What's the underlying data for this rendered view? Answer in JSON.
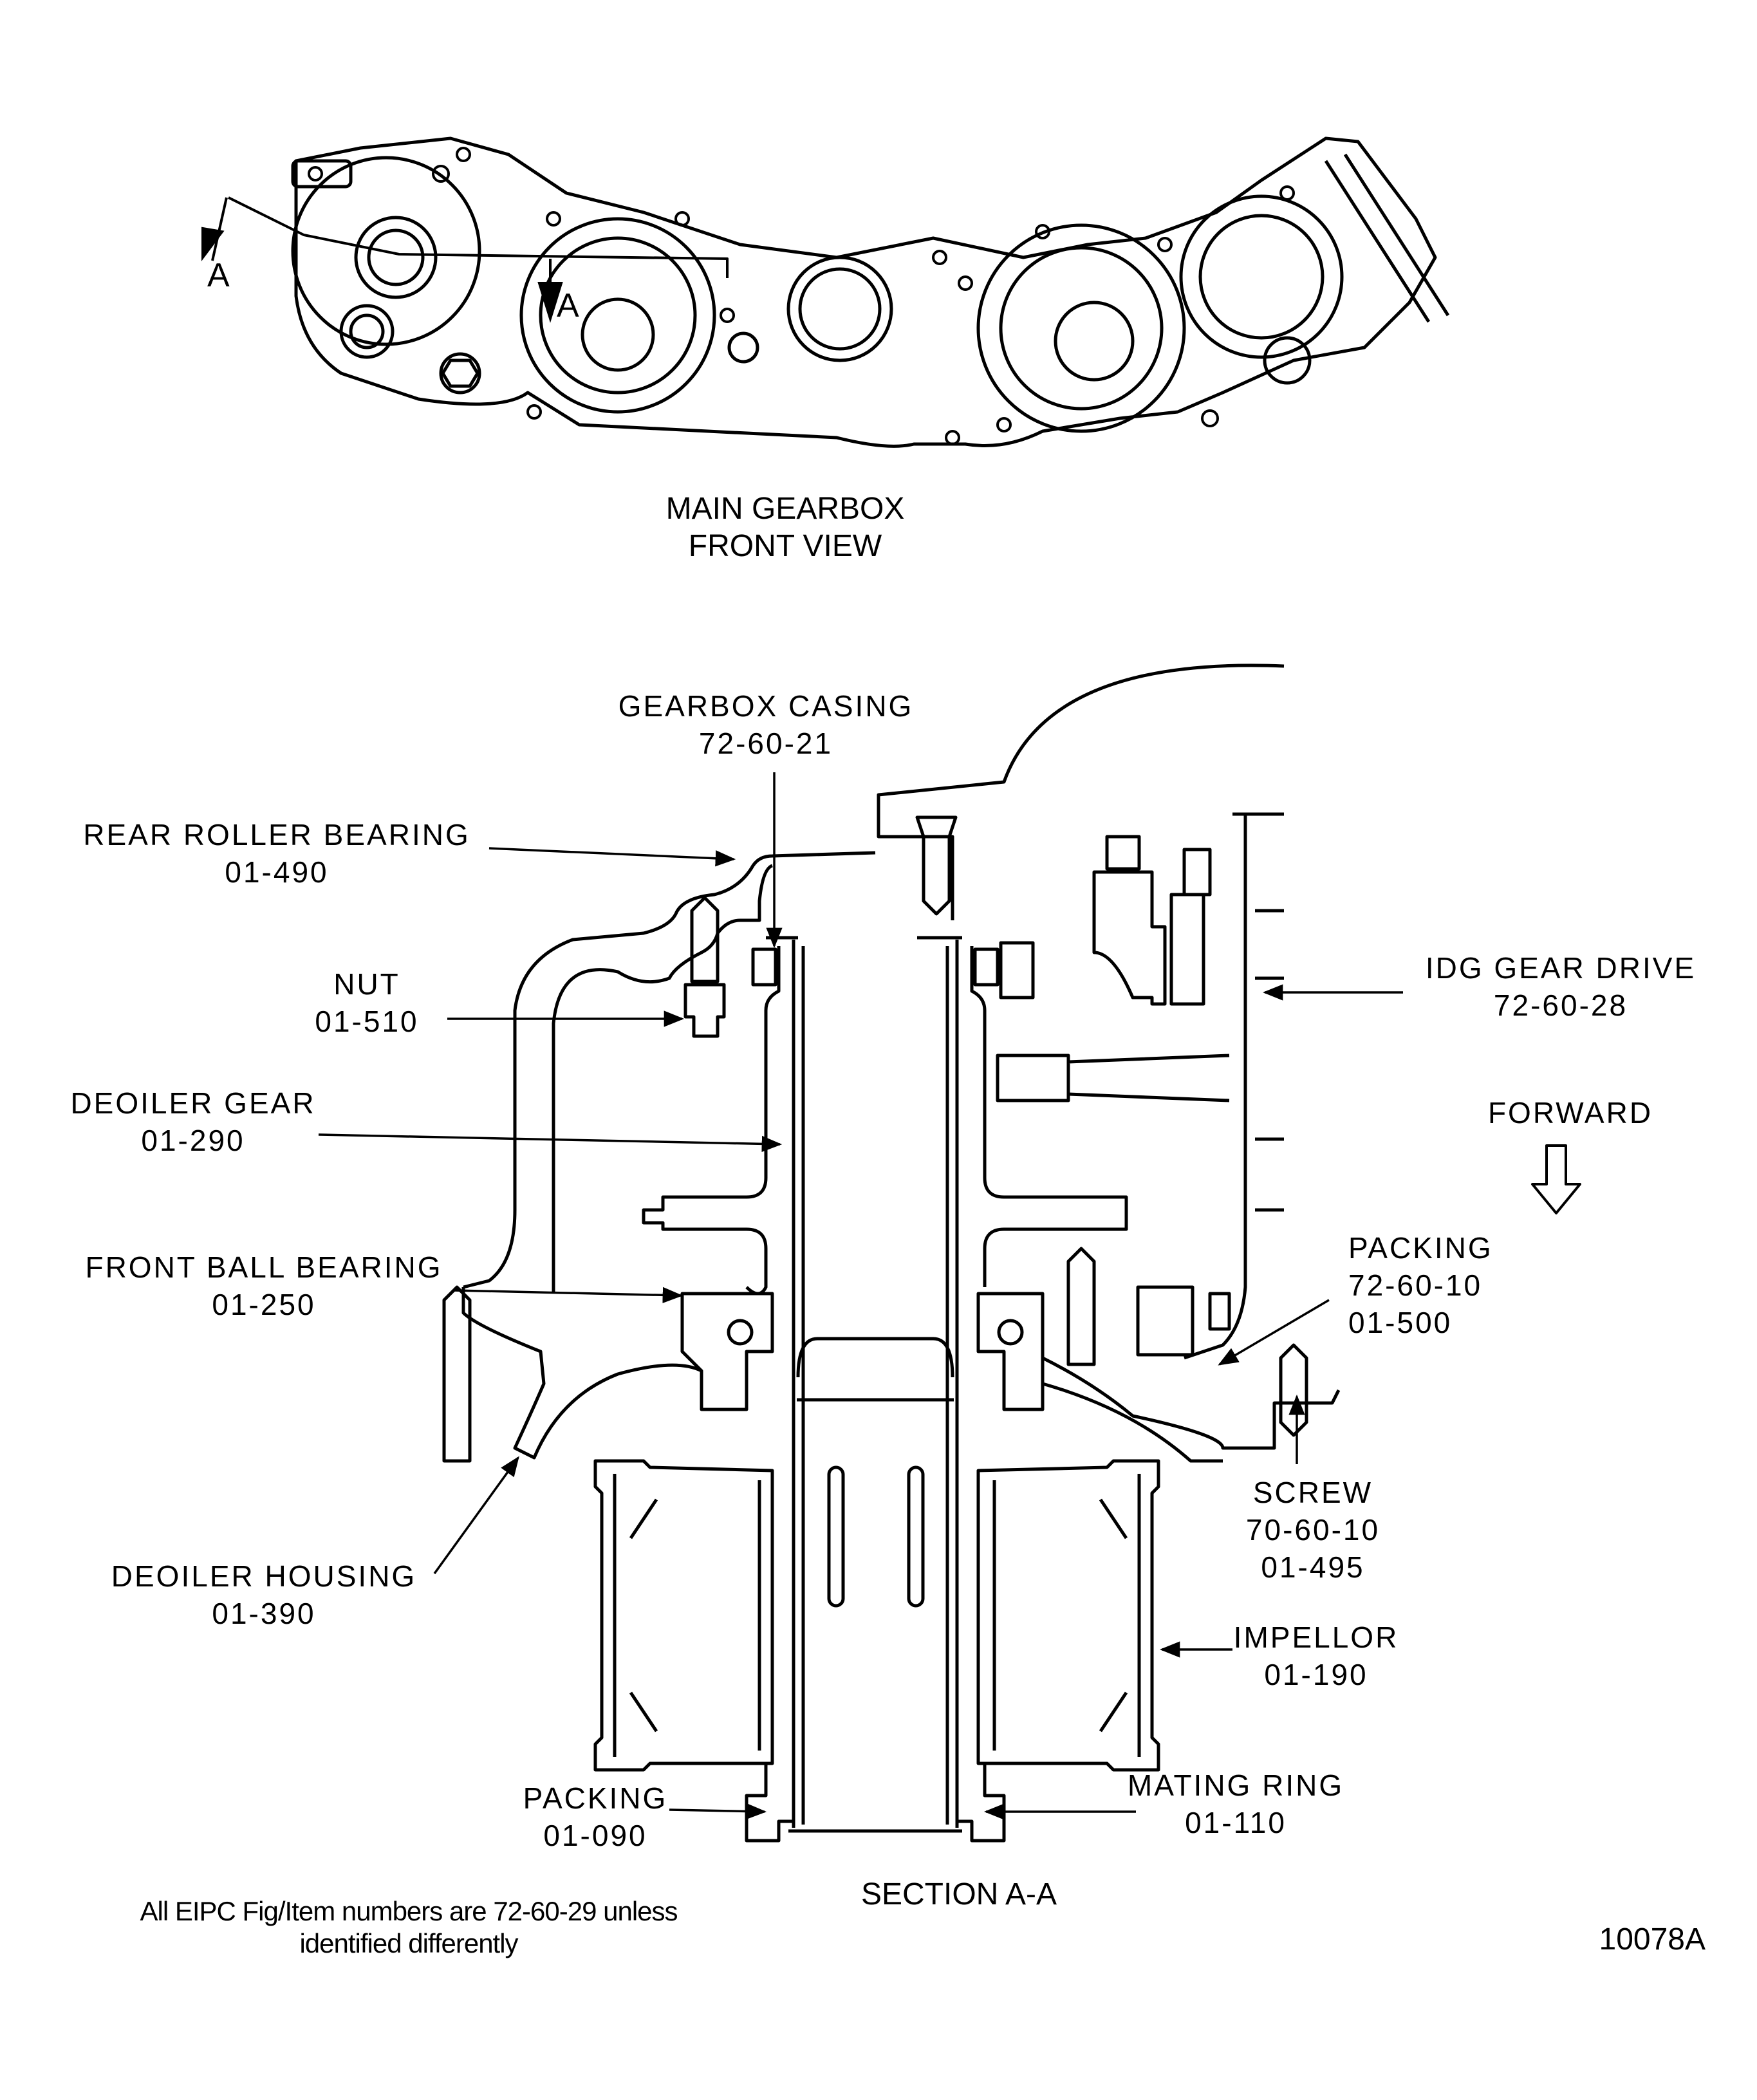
{
  "figure": {
    "front_view_caption": [
      "MAIN GEARBOX",
      "FRONT VIEW"
    ],
    "section_marker_letter": "A",
    "section_caption": "SECTION A-A",
    "footnote": [
      "All EIPC Fig/Item numbers are 72-60-29 unless",
      "identified differently"
    ],
    "figure_number": "10078A",
    "forward_label": "FORWARD"
  },
  "callouts": [
    {
      "id": "gearbox-casing",
      "name": "GEARBOX CASING",
      "refs": [
        "72-60-21"
      ]
    },
    {
      "id": "rear-roller-bearing",
      "name": "REAR ROLLER BEARING",
      "refs": [
        "01-490"
      ]
    },
    {
      "id": "nut",
      "name": "NUT",
      "refs": [
        "01-510"
      ]
    },
    {
      "id": "deoiler-gear",
      "name": "DEOILER GEAR",
      "refs": [
        "01-290"
      ]
    },
    {
      "id": "front-ball-bearing",
      "name": "FRONT BALL BEARING",
      "refs": [
        "01-250"
      ]
    },
    {
      "id": "deoiler-housing",
      "name": "DEOILER HOUSING",
      "refs": [
        "01-390"
      ]
    },
    {
      "id": "idg-gear-drive",
      "name": "IDG GEAR DRIVE",
      "refs": [
        "72-60-28"
      ]
    },
    {
      "id": "packing-upper",
      "name": "PACKING",
      "refs": [
        "72-60-10",
        "01-500"
      ]
    },
    {
      "id": "screw",
      "name": "SCREW",
      "refs": [
        "70-60-10",
        "01-495"
      ]
    },
    {
      "id": "impellor",
      "name": "IMPELLOR",
      "refs": [
        "01-190"
      ]
    },
    {
      "id": "packing-lower",
      "name": "PACKING",
      "refs": [
        "01-090"
      ]
    },
    {
      "id": "mating-ring",
      "name": "MATING RING",
      "refs": [
        "01-110"
      ]
    }
  ]
}
